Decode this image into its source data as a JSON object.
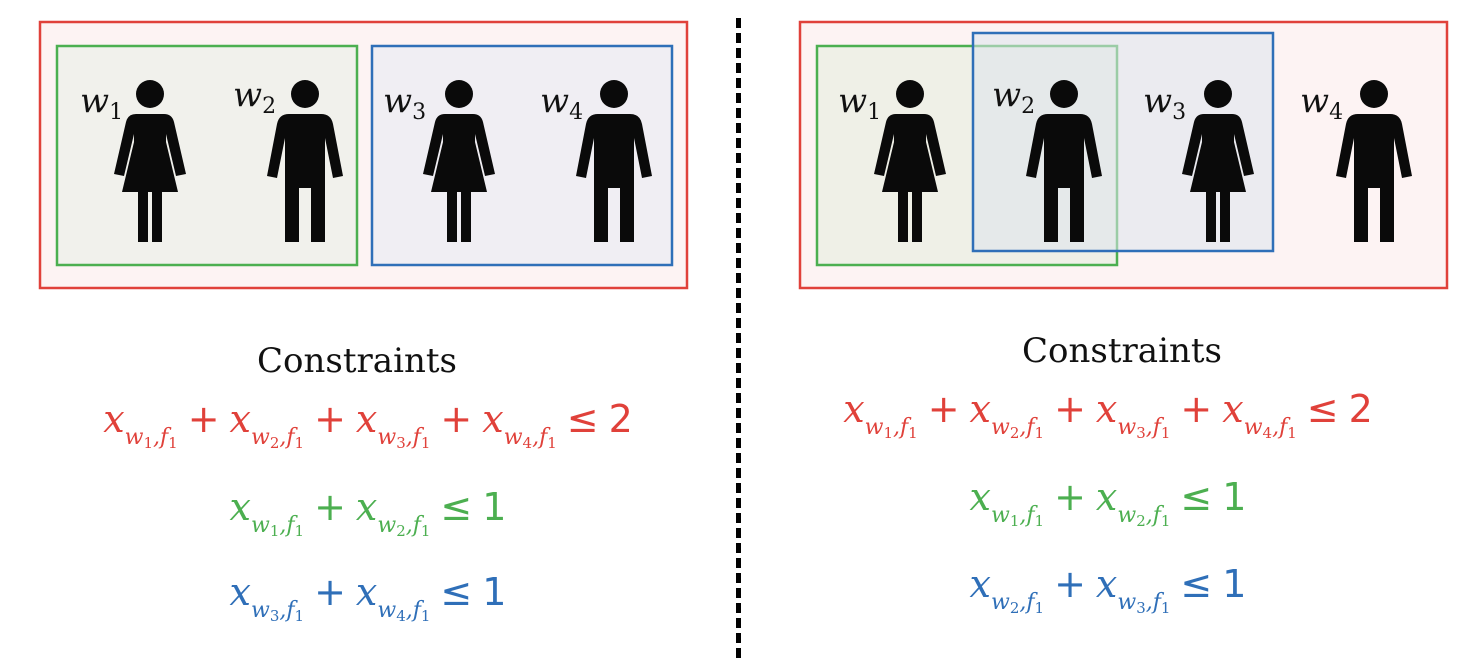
{
  "colors": {
    "red": "#e0413a",
    "green": "#4caf50",
    "blue": "#2f6fb8",
    "person": "#0a0a0a"
  },
  "left_panel": {
    "labels": [
      {
        "var": "w",
        "sub": "1"
      },
      {
        "var": "w",
        "sub": "2"
      },
      {
        "var": "w",
        "sub": "3"
      },
      {
        "var": "w",
        "sub": "4"
      }
    ],
    "title": "Constraints",
    "constraints": [
      {
        "terms": [
          [
            "w",
            "1",
            "f",
            "1"
          ],
          [
            "w",
            "2",
            "f",
            "1"
          ],
          [
            "w",
            "3",
            "f",
            "1"
          ],
          [
            "w",
            "4",
            "f",
            "1"
          ]
        ],
        "op": "≤",
        "rhs": "2"
      },
      {
        "terms": [
          [
            "w",
            "1",
            "f",
            "1"
          ],
          [
            "w",
            "2",
            "f",
            "1"
          ]
        ],
        "op": "≤",
        "rhs": "1"
      },
      {
        "terms": [
          [
            "w",
            "3",
            "f",
            "1"
          ],
          [
            "w",
            "4",
            "f",
            "1"
          ]
        ],
        "op": "≤",
        "rhs": "1"
      }
    ]
  },
  "right_panel": {
    "labels": [
      {
        "var": "w",
        "sub": "1"
      },
      {
        "var": "w",
        "sub": "2"
      },
      {
        "var": "w",
        "sub": "3"
      },
      {
        "var": "w",
        "sub": "4"
      }
    ],
    "title": "Constraints",
    "constraints": [
      {
        "terms": [
          [
            "w",
            "1",
            "f",
            "1"
          ],
          [
            "w",
            "2",
            "f",
            "1"
          ],
          [
            "w",
            "3",
            "f",
            "1"
          ],
          [
            "w",
            "4",
            "f",
            "1"
          ]
        ],
        "op": "≤",
        "rhs": "2"
      },
      {
        "terms": [
          [
            "w",
            "1",
            "f",
            "1"
          ],
          [
            "w",
            "2",
            "f",
            "1"
          ]
        ],
        "op": "≤",
        "rhs": "1"
      },
      {
        "terms": [
          [
            "w",
            "2",
            "f",
            "1"
          ],
          [
            "w",
            "3",
            "f",
            "1"
          ]
        ],
        "op": "≤",
        "rhs": "1"
      }
    ]
  },
  "icons": [
    "woman-icon",
    "man-icon",
    "woman-icon",
    "man-icon"
  ]
}
